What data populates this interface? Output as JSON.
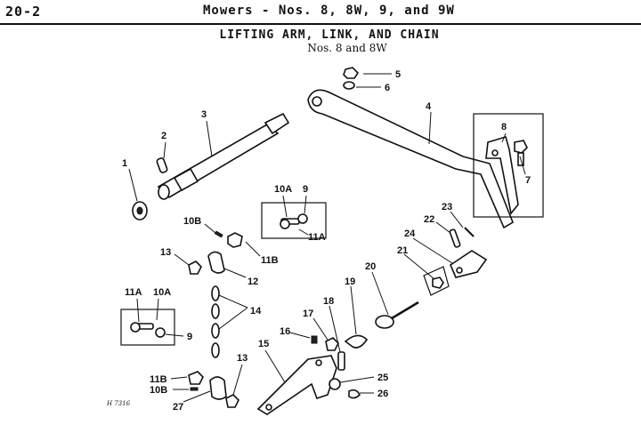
{
  "header": {
    "page_number": "20-2",
    "running_title": "Mowers - Nos. 8, 8W, 9, and 9W"
  },
  "section": {
    "title": "LIFTING ARM, LINK, AND CHAIN",
    "subtitle": "Nos. 8 and 8W"
  },
  "drawing_ref": "H 7316",
  "callouts": {
    "c1": "1",
    "c2": "2",
    "c3": "3",
    "c4": "4",
    "c5": "5",
    "c6": "6",
    "c7": "7",
    "c8": "8",
    "c9a": "9",
    "c9b": "9",
    "c10a_top": "10A",
    "c10a_left": "10A",
    "c10b_top": "10B",
    "c10b_bottom": "10B",
    "c11a_top": "11A",
    "c11a_left": "11A",
    "c11b_top": "11B",
    "c11b_bottom": "11B",
    "c12": "12",
    "c13a": "13",
    "c13b": "13",
    "c14": "14",
    "c15": "15",
    "c16": "16",
    "c17": "17",
    "c18": "18",
    "c19": "19",
    "c20": "20",
    "c21": "21",
    "c22": "22",
    "c23": "23",
    "c24": "24",
    "c25": "25",
    "c26": "26",
    "c27": "27"
  }
}
